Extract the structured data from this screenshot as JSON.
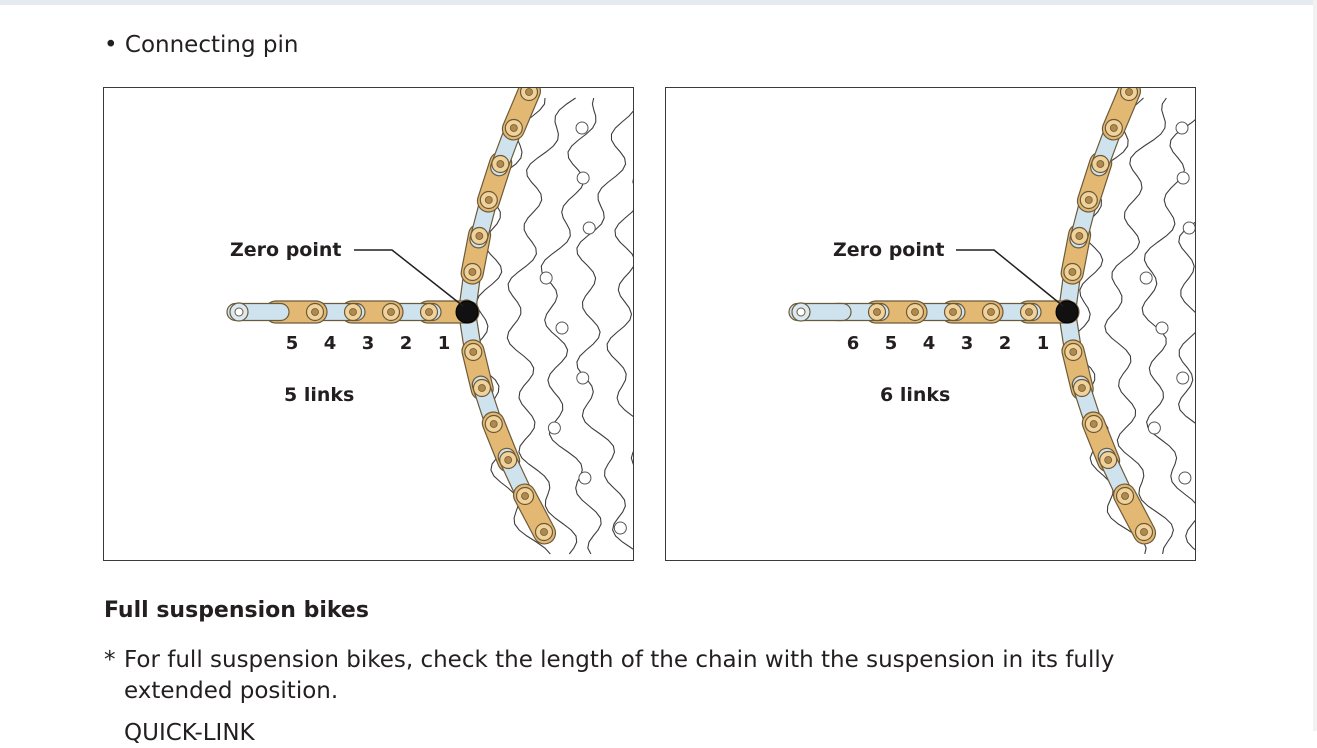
{
  "header": {
    "bullet": "•",
    "title": "Connecting pin"
  },
  "figures": [
    {
      "zero_label": "Zero point",
      "link_numbers": [
        "5",
        "4",
        "3",
        "2",
        "1"
      ],
      "links_label": "5 links"
    },
    {
      "zero_label": "Zero point",
      "link_numbers": [
        "6",
        "5",
        "4",
        "3",
        "2",
        "1"
      ],
      "links_label": "6 links"
    }
  ],
  "section": {
    "heading": "Full suspension bikes",
    "note_mark": "*",
    "note": "For full suspension bikes, check the length of the chain with the suspension in its fully extended position.",
    "next_line_partial": "QUICK-LINK"
  },
  "colors": {
    "plate_gold": "#e3b873",
    "plate_outline": "#6b5a3a",
    "inner_plate_blue": "#cfe3ef",
    "ink": "#231f20"
  }
}
